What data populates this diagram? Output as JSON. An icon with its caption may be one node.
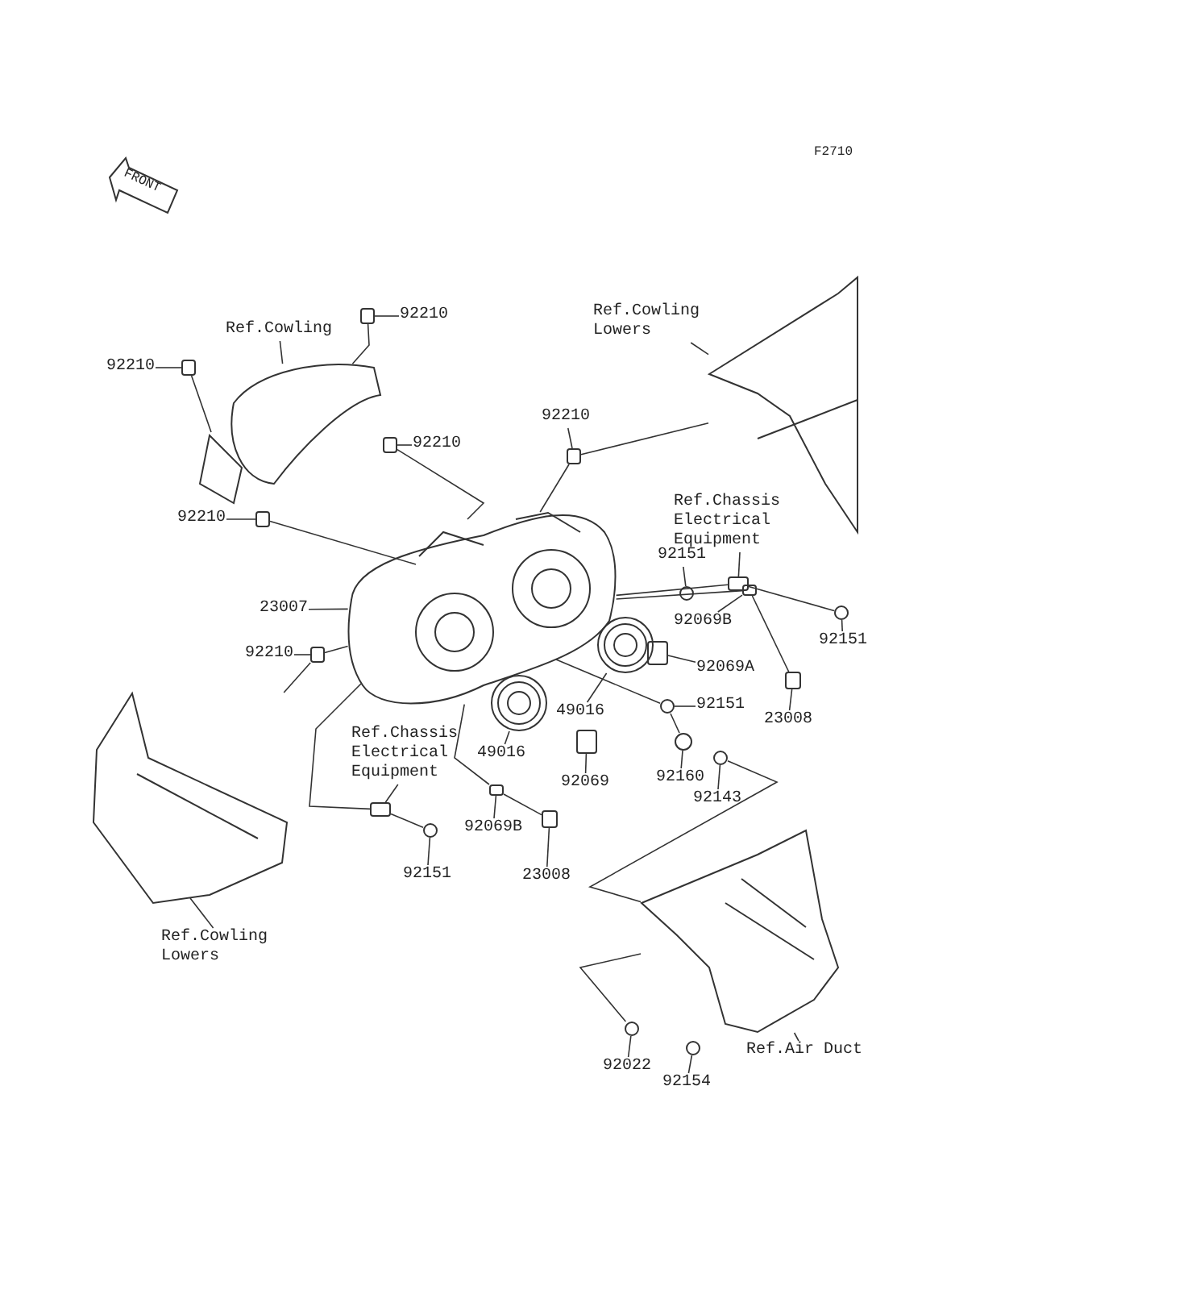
{
  "diagram": {
    "nodes": [
      {
        "text": [
          "Ref.Cowling"
        ]
      },
      {
        "text": [
          "92210"
        ]
      },
      {
        "text": [
          "92210"
        ]
      },
      {
        "text": [
          "92210"
        ]
      },
      {
        "text": [
          "92210"
        ]
      },
      {
        "text": [
          "Ref.Cowling Lowers"
        ]
      },
      {
        "text": [
          "92210"
        ]
      },
      {
        "text": [
          "Ref.Chassis Electrical Equipment"
        ]
      },
      {
        "text": [
          "92151"
        ]
      },
      {
        "text": [
          "23007"
        ]
      },
      {
        "text": [
          "92069B"
        ]
      },
      {
        "text": [
          "92151"
        ]
      },
      {
        "text": [
          "92210"
        ]
      },
      {
        "text": [
          "92069A"
        ]
      },
      {
        "text": [
          "49016"
        ]
      },
      {
        "text": [
          "92151"
        ]
      },
      {
        "text": [
          "23008"
        ]
      },
      {
        "text": [
          "Ref.Chassis Electrical Equipment"
        ]
      },
      {
        "text": [
          "49016"
        ]
      },
      {
        "text": [
          "92069"
        ]
      },
      {
        "text": [
          "92160"
        ]
      },
      {
        "text": [
          "92143"
        ]
      },
      {
        "text": [
          "92069B"
        ]
      },
      {
        "text": [
          "92151"
        ]
      },
      {
        "text": [
          "23008"
        ]
      },
      {
        "text": [
          "Ref.Cowling Lowers"
        ]
      },
      {
        "text": [
          "Ref.Air Duct"
        ]
      },
      {
        "text": [
          "92022"
        ]
      },
      {
        "text": [
          "92154"
        ]
      },
      {
        "text": [],
        "shape": "picture"
      },
      {
        "text": [],
        "shape": "box"
      },
      {
        "text": [],
        "shape": "box"
      },
      {
        "text": [],
        "shape": "box"
      },
      {
        "text": [],
        "shape": "box"
      },
      {
        "text": [],
        "shape": "picture"
      },
      {
        "text": [],
        "shape": "box"
      },
      {
        "text": [],
        "shape": "box"
      },
      {
        "text": [],
        "shape": "circle"
      },
      {
        "text": [],
        "shape": "picture"
      },
      {
        "text": [],
        "shape": "box"
      },
      {
        "text": [],
        "shape": "circle"
      },
      {
        "text": [],
        "shape": "box"
      },
      {
        "text": [],
        "shape": "box"
      },
      {
        "text": [],
        "shape": "picture"
      },
      {
        "text": [],
        "shape": "circle"
      },
      {
        "text": [],
        "shape": "box"
      },
      {
        "text": [],
        "shape": "box"
      },
      {
        "text": [],
        "shape": "picture"
      },
      {
        "text": [],
        "shape": "box"
      },
      {
        "text": [],
        "shape": "circle"
      },
      {
        "text": [],
        "shape": "circle"
      },
      {
        "text": [],
        "shape": "box"
      },
      {
        "text": [],
        "shape": "circle"
      },
      {
        "text": [],
        "shape": "box"
      },
      {
        "text": [],
        "shape": "picture"
      },
      {
        "text": [],
        "shape": "picture"
      },
      {
        "text": [],
        "shape": "circle"
      },
      {
        "text": [],
        "shape": "circle"
      }
    ],
    "edges": [
      {
        "from": 0,
        "to": 29,
        "arrow": "none"
      },
      {
        "from": 1,
        "to": 30,
        "arrow": "none"
      },
      {
        "from": 2,
        "to": 31,
        "arrow": "none"
      },
      {
        "from": 3,
        "to": 32,
        "arrow": "none"
      },
      {
        "from": 4,
        "to": 33,
        "arrow": "none"
      },
      {
        "from": 5,
        "to": 34,
        "arrow": "none"
      },
      {
        "from": 6,
        "to": 35,
        "arrow": "none"
      },
      {
        "from": 7,
        "to": 36,
        "arrow": "none"
      },
      {
        "from": 8,
        "to": 37,
        "arrow": "none"
      },
      {
        "from": 9,
        "to": 38,
        "arrow": "none"
      },
      {
        "from": 10,
        "to": 39,
        "arrow": "none"
      },
      {
        "from": 11,
        "to": 40,
        "arrow": "none"
      },
      {
        "from": 12,
        "to": 41,
        "arrow": "none"
      },
      {
        "from": 13,
        "to": 42,
        "arrow": "none"
      },
      {
        "from": 14,
        "to": 43,
        "arrow": "none"
      },
      {
        "from": 15,
        "to": 44,
        "arrow": "none"
      },
      {
        "from": 16,
        "to": 45,
        "arrow": "none"
      },
      {
        "from": 17,
        "to": 46,
        "arrow": "none"
      },
      {
        "from": 18,
        "to": 47,
        "arrow": "none"
      },
      {
        "from": 19,
        "to": 48,
        "arrow": "none"
      },
      {
        "from": 20,
        "to": 49,
        "arrow": "none"
      },
      {
        "from": 21,
        "to": 50,
        "arrow": "none"
      },
      {
        "from": 22,
        "to": 51,
        "arrow": "none"
      },
      {
        "from": 23,
        "to": 52,
        "arrow": "none"
      },
      {
        "from": 24,
        "to": 53,
        "arrow": "none"
      },
      {
        "from": 25,
        "to": 54,
        "arrow": "none"
      },
      {
        "from": 26,
        "to": 55,
        "arrow": "none"
      },
      {
        "from": 27,
        "to": 56,
        "arrow": "none"
      },
      {
        "from": 28,
        "to": 57,
        "arrow": "none"
      },
      {
        "from": 31,
        "to": 29,
        "arrow": "none"
      },
      {
        "from": 30,
        "to": 29,
        "arrow": "none"
      },
      {
        "from": 32,
        "to": 38,
        "arrow": "none"
      },
      {
        "from": 33,
        "to": 34,
        "arrow": "none"
      },
      {
        "from": 33,
        "to": 38,
        "arrow": "none"
      },
      {
        "from": 35,
        "to": 38,
        "arrow": "none"
      },
      {
        "from": 41,
        "to": 38,
        "arrow": "none"
      },
      {
        "from": 41,
        "to": 54,
        "arrow": "none"
      },
      {
        "from": 46,
        "to": 52,
        "arrow": "none"
      },
      {
        "from": 46,
        "to": 38,
        "arrow": "none"
      },
      {
        "from": 38,
        "to": 51,
        "arrow": "none"
      },
      {
        "from": 51,
        "to": 53,
        "arrow": "none"
      },
      {
        "from": 39,
        "to": 45,
        "arrow": "none"
      },
      {
        "from": 36,
        "to": 40,
        "arrow": "none"
      },
      {
        "from": 38,
        "to": 36,
        "arrow": "none"
      },
      {
        "from": 38,
        "to": 44,
        "arrow": "none"
      },
      {
        "from": 44,
        "to": 49,
        "arrow": "none"
      },
      {
        "from": 50,
        "to": 55,
        "arrow": "none"
      },
      {
        "from": 56,
        "to": 55,
        "arrow": "none"
      },
      {
        "from": 38,
        "to": 39,
        "arrow": "none"
      }
    ],
    "labels": [
      "FRONT",
      "F2710"
    ]
  }
}
